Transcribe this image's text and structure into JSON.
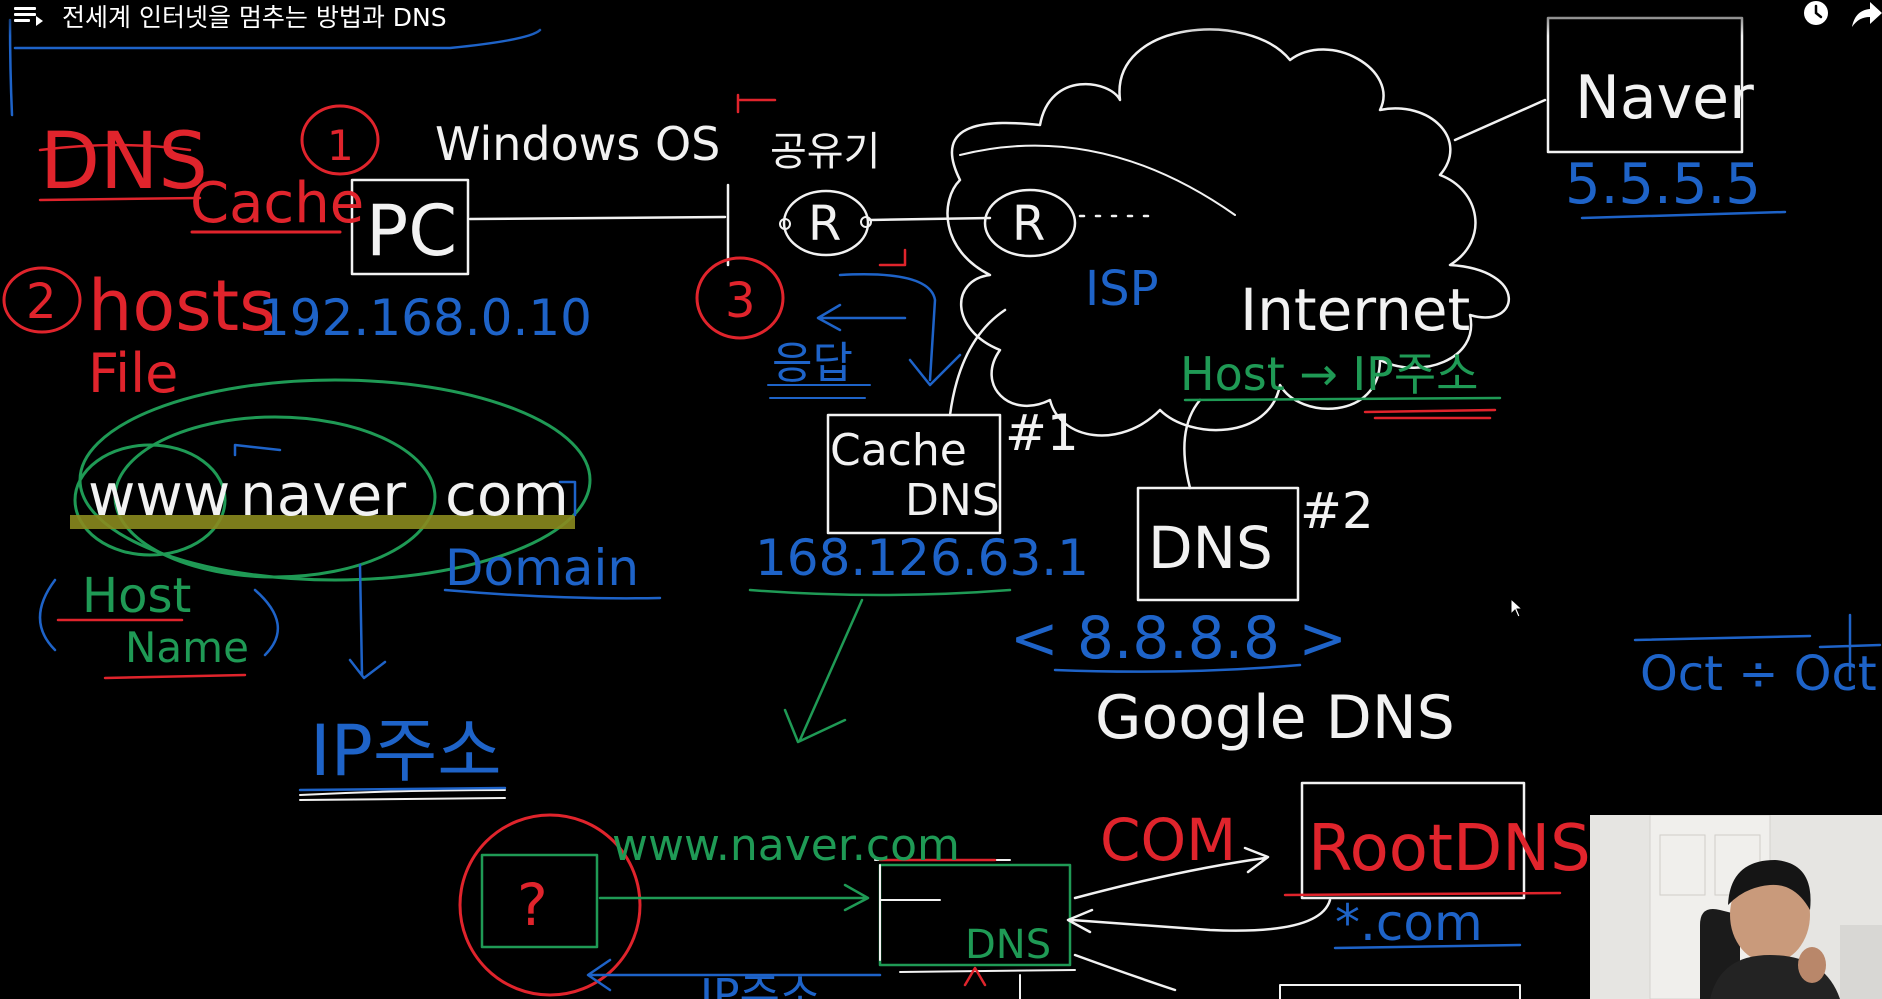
{
  "header": {
    "title": "전세계 인터넷을 멈추는 방법과 DNS",
    "icons": [
      "menu-playlist-icon",
      "watch-later-clock-icon",
      "share-arrow-icon"
    ]
  },
  "colors": {
    "background": "#000000",
    "chalk_white": "#f2f2f2",
    "red": "#e0242c",
    "blue": "#1e63c8",
    "green": "#1f9a55",
    "olive_highlight": "#8a8a1e"
  },
  "whiteboard": {
    "left": {
      "dns": "DNS",
      "step1": "1",
      "cache": "Cache",
      "windows_os": "Windows OS",
      "pc": "PC",
      "step2": "2",
      "hosts": "hosts",
      "file": "File",
      "local_ip": "192.168.0.10",
      "www": "www",
      "naver": "naver",
      "com": "com",
      "host": "Host",
      "name": "Name",
      "domain": "Domain",
      "ip_address": "IP주소"
    },
    "center": {
      "router_label": "공유기",
      "router": "R",
      "step3": "3",
      "response": "응답",
      "cache_dns": "Cache DNS",
      "cache_dns_no": "#1",
      "cache_dns_ip": "168.126.63.1",
      "isp_router": "R",
      "isp": "ISP",
      "internet": "Internet",
      "host_to_ip": "Host → IP주소",
      "dns": "DNS",
      "dns_no": "#2",
      "google_ip": "< 8.8.8.8 >",
      "google_dns": "Google DNS"
    },
    "right": {
      "naver": "Naver",
      "naver_ip": "5.5.5.5",
      "corner_note": "Oct ÷ Oct"
    },
    "bottom": {
      "question": "?",
      "url": "www.naver.com",
      "dns": "DNS",
      "com": "COM",
      "root_dns": "RootDNS",
      "star_com": "*.com",
      "ip_partial": "IP주소"
    }
  }
}
